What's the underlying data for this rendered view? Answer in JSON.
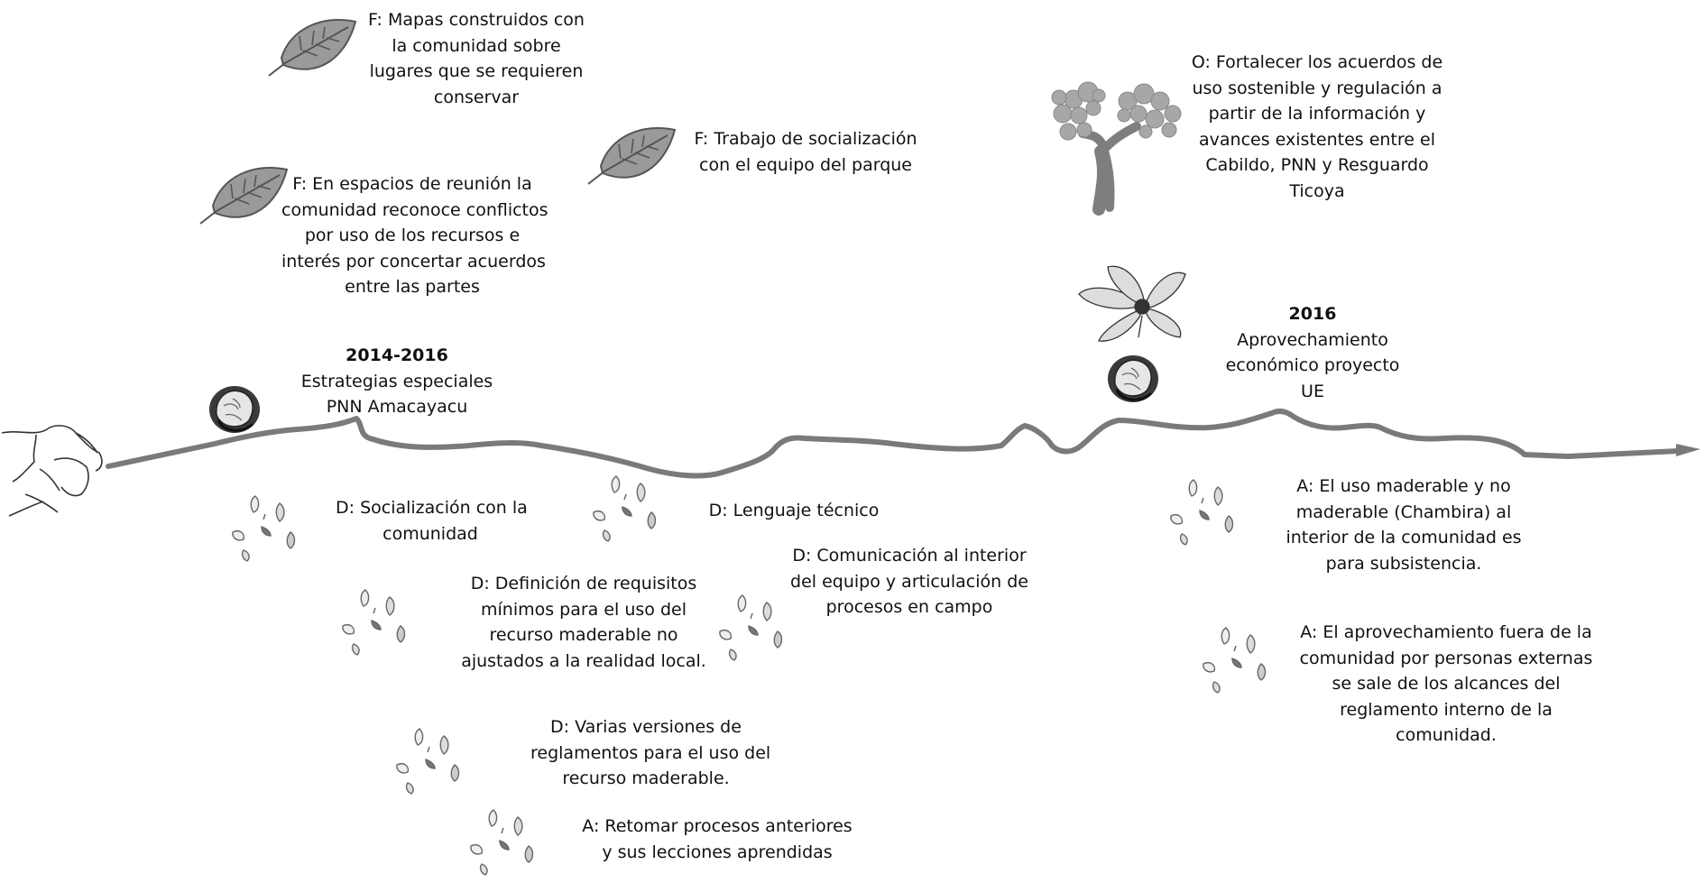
{
  "strengths": [
    {
      "text": "F: Mapas construidos con\nla comunidad sobre\nlugares que se requieren\nconservar"
    },
    {
      "text": "F: En espacios de reunión la\ncomunidad reconoce conflictos\npor uso de los recursos e\ninterés por concertar acuerdos\nentre las partes"
    },
    {
      "text": "F: Trabajo de socialización\ncon el equipo del parque"
    }
  ],
  "opportunity": {
    "text": "O: Fortalecer los acuerdos de\nuso sostenible  y regulación a\npartir de la información y\navances existentes entre el\nCabildo, PNN y Resguardo\nTicoya"
  },
  "milestones": [
    {
      "year": "2014-2016",
      "text": "Estrategias especiales\nPNN Amacayacu"
    },
    {
      "year": "2016",
      "text": "Aprovechamiento\neconómico proyecto\nUE"
    }
  ],
  "weaknesses": [
    {
      "text": "D: Socialización con la\ncomunidad"
    },
    {
      "text": "D: Lenguaje técnico"
    },
    {
      "text": "D: Comunicación al interior\ndel equipo y articulación de\nprocesos en campo"
    },
    {
      "text": "D: Definición de requisitos\nmínimos para el uso del\nrecurso maderable no\najustados a la realidad local."
    },
    {
      "text": "D: Varias versiones de\nreglamentos para el uso del\nrecurso maderable."
    }
  ],
  "threats": [
    {
      "text": "A: Retomar procesos anteriores\ny sus lecciones aprendidas"
    },
    {
      "text": "A: El uso maderable y no\nmaderable (Chambira)  al\ninterior de la comunidad es\npara subsistencia."
    },
    {
      "text": "A: El aprovechamiento fuera de la\ncomunidad por personas externas\nse sale de los alcances del\nreglamento interno de la\ncomunidad."
    }
  ],
  "colors": {
    "path": "#7a7a7a",
    "leaf_fill": "#9a9a9a",
    "leaf_stroke": "#555555",
    "seed": "#8a8a8a",
    "tree_foliage": "#a7a7a7",
    "tree_trunk": "#7e7e7e"
  },
  "icons": [
    "hand-icon",
    "leaf-icon",
    "seed-icon",
    "tree-icon",
    "flower-icon",
    "scattered-seeds-icon",
    "arrow-icon"
  ]
}
